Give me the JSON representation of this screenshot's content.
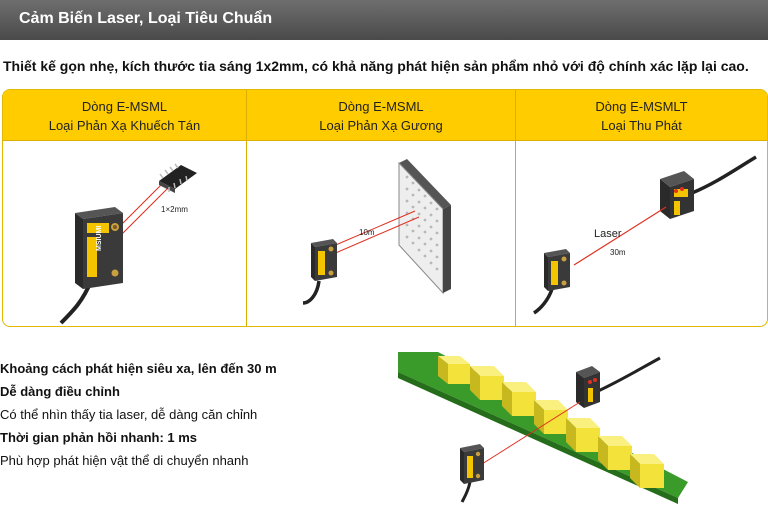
{
  "header": {
    "title": "Cảm Biến Laser, Loại Tiêu Chuẩn"
  },
  "intro": "Thiết kế gọn nhẹ, kích thước tia sáng 1x2mm, có khả năng phát hiện sản phẩm nhỏ với độ chính xác lặp lại cao.",
  "columns": [
    {
      "line1": "Dòng E-MSML",
      "line2": "Loại Phản Xạ Khuếch Tán",
      "label": "1×2mm",
      "brand": "MSIUMI"
    },
    {
      "line1": "Dòng E-MSML",
      "line2": "Loại Phản Xạ Gương",
      "label": "10m"
    },
    {
      "line1": "Dòng E-MSMLT",
      "line2": "Loại Thu Phát",
      "label": "30m",
      "label2": "Laser"
    }
  ],
  "features": [
    {
      "text": "Khoảng cách phát hiện siêu xa, lên đến 30 m",
      "bold": true
    },
    {
      "text": "Dễ dàng điều chỉnh",
      "bold": true
    },
    {
      "text": "Có thể nhìn thấy tia laser, dễ dàng căn chỉnh",
      "bold": false
    },
    {
      "text": "Thời gian phản hồi nhanh: 1 ms",
      "bold": true
    },
    {
      "text": "Phù hợp phát hiện vật thể di chuyển nhanh",
      "bold": false
    }
  ],
  "colors": {
    "header_bg": "#555555",
    "accent": "#ffcc00",
    "laser": "#e03020",
    "conveyor": "#3a9a2a",
    "box": "#f2e23a"
  }
}
